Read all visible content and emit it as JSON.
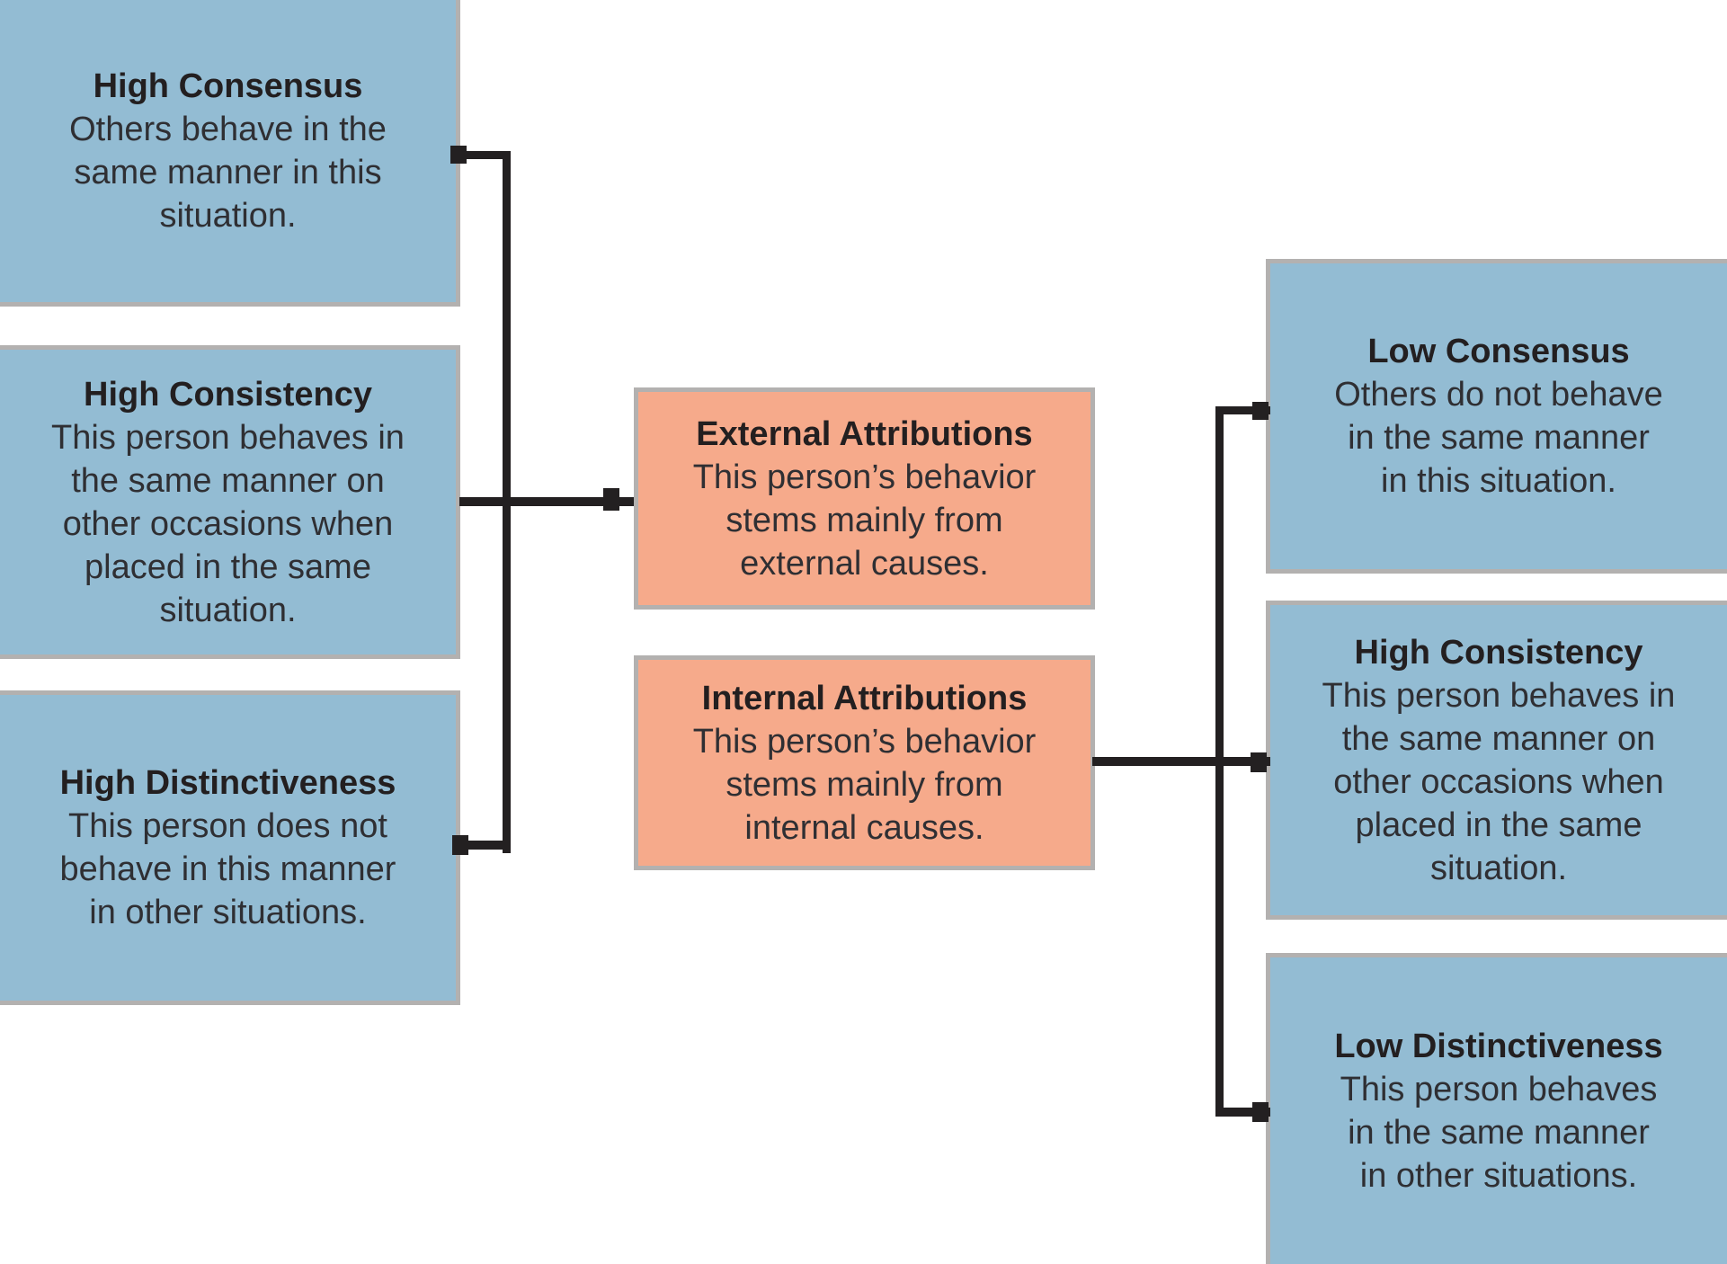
{
  "colors": {
    "box_blue": "#93bcd3",
    "box_salmon": "#f6aa8b",
    "box_border": "#b3b1b0",
    "connector": "#232021",
    "title_text": "#231f20",
    "body_text": "#2f2f33",
    "page_bg": "#ffffff"
  },
  "left_column": {
    "boxes": [
      {
        "title": "High Consensus",
        "body": "Others behave in the\nsame manner in this\nsituation."
      },
      {
        "title": "High Consistency",
        "body": "This person behaves in\nthe same manner on\nother occasions when\nplaced in the same\nsituation."
      },
      {
        "title": "High Distinctiveness",
        "body": "This person does not\nbehave in this manner\nin other situations."
      }
    ]
  },
  "middle_column": {
    "boxes": [
      {
        "title": "External Attributions",
        "body": "This person’s behavior\nstems mainly from\nexternal causes."
      },
      {
        "title": "Internal Attributions",
        "body": "This person’s behavior\nstems mainly from\ninternal causes."
      }
    ]
  },
  "right_column": {
    "boxes": [
      {
        "title": "Low Consensus",
        "body": "Others do not behave\nin the same manner\nin this situation."
      },
      {
        "title": "High Consistency",
        "body": "This person behaves in\nthe same manner on\nother occasions when\nplaced in the same\nsituation."
      },
      {
        "title": "Low Distinctiveness",
        "body": "This person behaves\nin the same manner\nin other situations."
      }
    ]
  }
}
